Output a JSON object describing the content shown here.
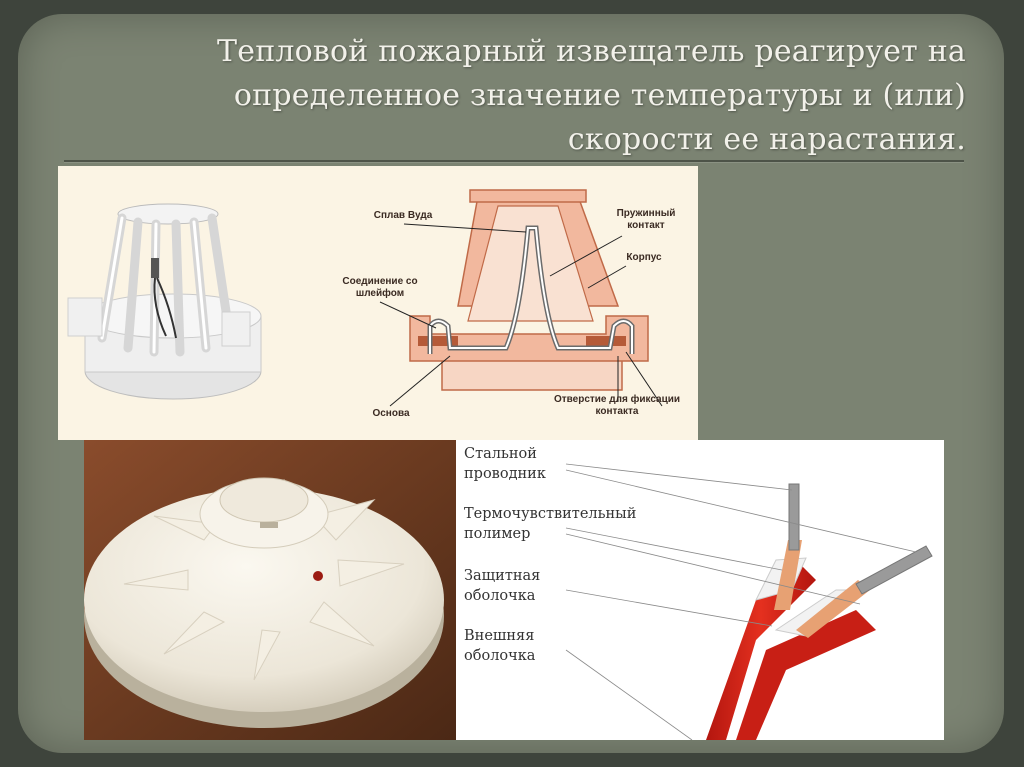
{
  "slide": {
    "title": "Тепловой пожарный извещатель реагирует на определенное значение температуры и (или) скорости ее нарастания."
  },
  "diagram": {
    "labels": {
      "alloy": "Сплав Вуда",
      "spring_contact": "Пружинный контакт",
      "housing": "Корпус",
      "loop_connection": "Соединение со шлейфом",
      "base": "Основа",
      "fixing_hole": "Отверстие для фиксации контакта"
    }
  },
  "cable": {
    "labels": {
      "steel_conductor": "Стальной проводник",
      "thermo_polymer": "Термочувствительный полимер",
      "protective_sheath": "Защитная оболочка",
      "outer_sheath": "Внешняя оболочка"
    }
  },
  "colors": {
    "background": "#3e443c",
    "panel": "#7b8372",
    "title_text": "#f2f1ea",
    "diagram_bg": "#fbf4e4",
    "housing_fill": "#f2b89e",
    "housing_stroke": "#c06a48",
    "cable_red": "#d8241c"
  }
}
